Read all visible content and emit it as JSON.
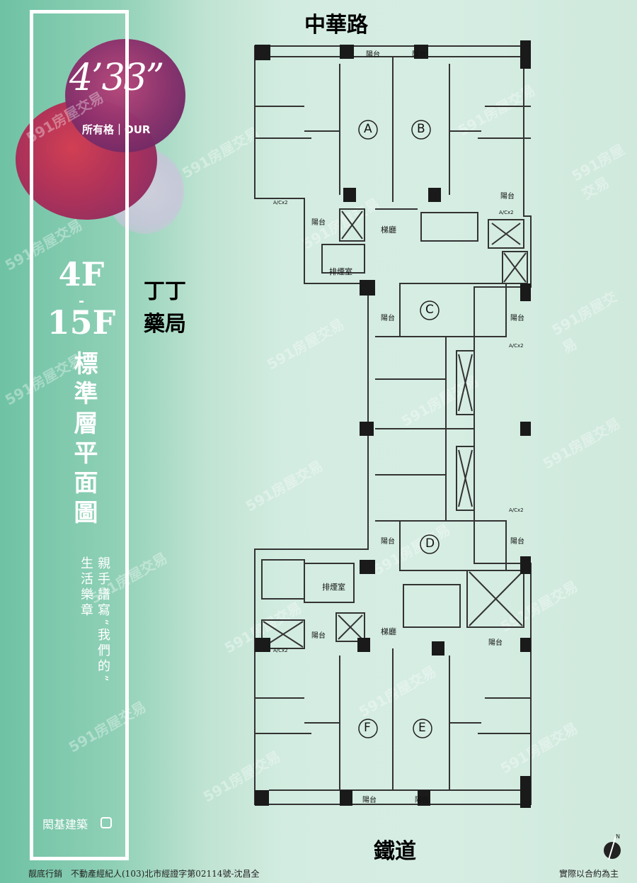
{
  "branding": {
    "logo_number": "4’33”",
    "logo_subtitle": "所有格｜OUR",
    "floors_top": "4F",
    "floors_dash": "-",
    "floors_bottom": "15F",
    "title": "標準層平面圖",
    "tagline_1": "親手譜寫“我們的”",
    "tagline_2": "生活樂章",
    "developer": "閎基建築"
  },
  "labels": {
    "street_north": "中華路",
    "street_south": "鐵道",
    "landmark_line1": "丁丁",
    "landmark_line2": "藥局"
  },
  "units": [
    "A",
    "B",
    "C",
    "D",
    "E",
    "F"
  ],
  "rooms": {
    "balcony": "陽台",
    "lobby": "梯廳",
    "smoke_room": "排煙室",
    "ac": "A/Cx2"
  },
  "footer": {
    "left": "靓底行銷　不動產經紀人(103)北市經證字第02114號-沈昌全",
    "right": "實際以合約為主"
  },
  "watermark": "591房屋交易",
  "colors": {
    "wall": "#1a1a1a",
    "line": "#3a3a3a",
    "background": "#d3ece1"
  }
}
